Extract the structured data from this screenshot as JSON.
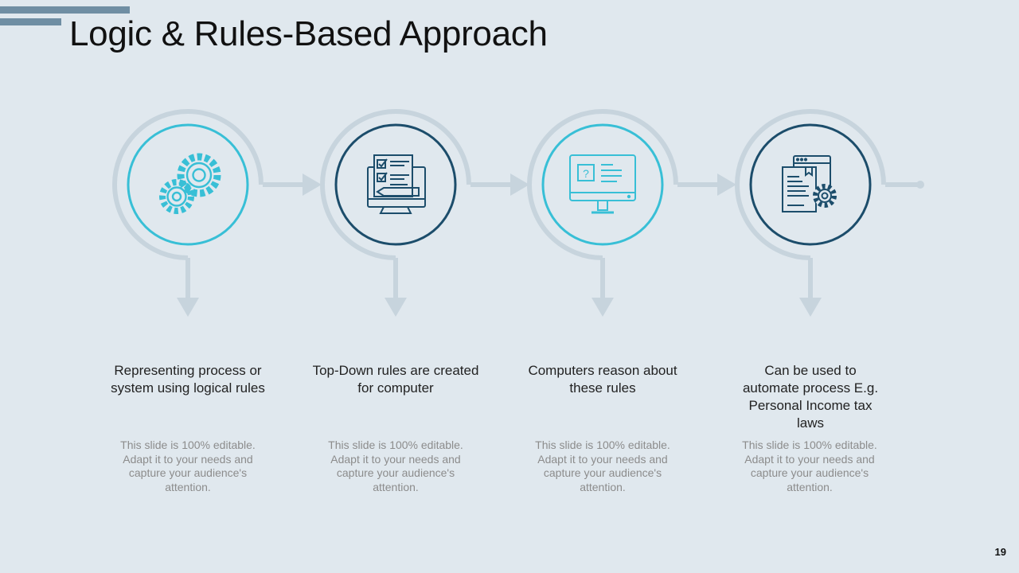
{
  "slide": {
    "title": "Logic & Rules-Based Approach",
    "page_number": "19"
  },
  "colors": {
    "background": "#e0e8ee",
    "accent_bar": "#6f8ea3",
    "connector": "#c7d4dd",
    "cyan": "#38bfd6",
    "navy": "#1c4d6b"
  },
  "steps": [
    {
      "icon": "gears-icon",
      "ring_color": "cyan",
      "title": "Representing process or system using logical rules",
      "description": "This slide is 100% editable. Adapt it to your needs and capture your audience's attention."
    },
    {
      "icon": "checklist-pencil-icon",
      "ring_color": "navy",
      "title": "Top-Down rules are created for computer",
      "description": "This slide is 100% editable. Adapt it to your needs and capture your audience's attention."
    },
    {
      "icon": "monitor-question-icon",
      "ring_color": "cyan",
      "title": "Computers reason about these rules",
      "description": "This slide is 100% editable. Adapt it to your needs and capture your audience's attention."
    },
    {
      "icon": "document-gear-icon",
      "ring_color": "navy",
      "title": "Can be used to automate process E.g. Personal Income tax laws",
      "description": "This slide is 100% editable. Adapt it to your needs and capture your audience's attention."
    }
  ]
}
